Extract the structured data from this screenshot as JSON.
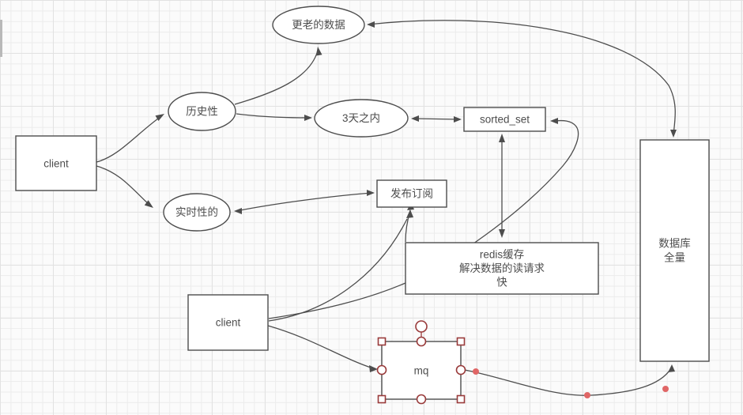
{
  "canvas": {
    "background": "#fbfbfb",
    "grid_minor_color": "#ececec",
    "grid_major_color": "#e2e2e2"
  },
  "colors": {
    "edge_stroke": "#4d4d4d",
    "node_stroke": "#4d4d4d",
    "node_fill": "#ffffff",
    "redis_fill": "#90ee90",
    "selection_handle_stroke": "#993a3a",
    "waypoint_fill": "#e06666",
    "label_color": "#4d4d4d"
  },
  "nodes": {
    "client_top": {
      "label": "client",
      "shape": "rectangle"
    },
    "history": {
      "label": "历史性",
      "shape": "ellipse"
    },
    "older_data": {
      "label": "更老的数据",
      "shape": "ellipse"
    },
    "within_3_days": {
      "label": "3天之内",
      "shape": "ellipse"
    },
    "sorted_set": {
      "label": "sorted_set",
      "shape": "rectangle"
    },
    "realtime": {
      "label": "实时性的",
      "shape": "ellipse"
    },
    "pub_sub": {
      "label": "发布订阅",
      "shape": "rectangle"
    },
    "redis_cache": {
      "lines": [
        "redis缓存",
        "解决数据的读请求",
        "快"
      ],
      "shape": "rectangle",
      "fill": "#90ee90"
    },
    "client_bottom": {
      "label": "client",
      "shape": "rectangle"
    },
    "mq": {
      "label": "mq",
      "shape": "rectangle",
      "selected": true
    },
    "database": {
      "lines": [
        "数据库",
        "全量"
      ],
      "shape": "rectangle"
    }
  },
  "edges": [
    {
      "from": "client_top",
      "to": "history",
      "arrows": "end"
    },
    {
      "from": "client_top",
      "to": "realtime",
      "arrows": "end"
    },
    {
      "from": "history",
      "to": "older_data",
      "arrows": "end"
    },
    {
      "from": "history",
      "to": "within_3_days",
      "arrows": "end"
    },
    {
      "from": "within_3_days",
      "to": "sorted_set",
      "arrows": "both"
    },
    {
      "from": "sorted_set",
      "to": "redis_cache",
      "arrows": "both"
    },
    {
      "from": "older_data",
      "to": "database",
      "arrows": "both"
    },
    {
      "from": "realtime",
      "to": "pub_sub",
      "arrows": "both"
    },
    {
      "from": "client_bottom",
      "to": "sorted_set",
      "arrows": "end"
    },
    {
      "from": "client_bottom",
      "to": "pub_sub",
      "arrows": "end"
    },
    {
      "from": "redis_cache",
      "to": "pub_sub",
      "arrows": "end"
    },
    {
      "from": "client_bottom",
      "to": "mq",
      "arrows": "end"
    },
    {
      "from": "mq",
      "to": "database",
      "arrows": "end",
      "selected": true
    }
  ]
}
